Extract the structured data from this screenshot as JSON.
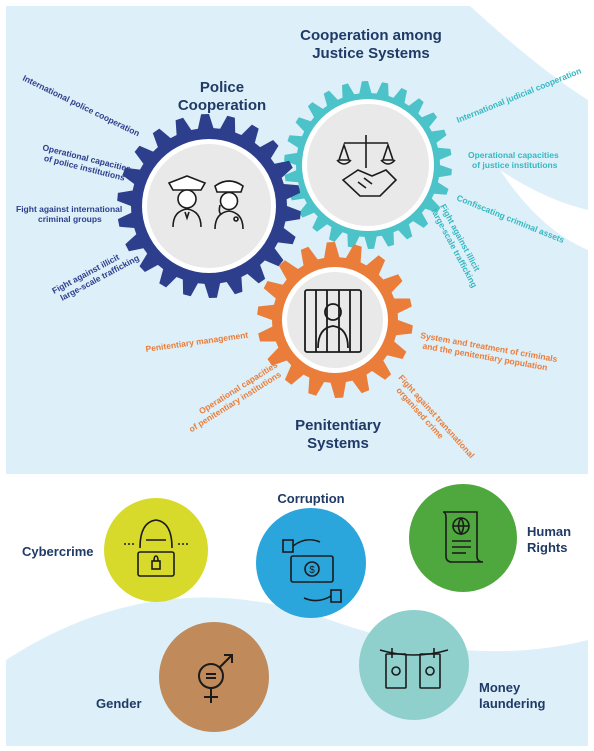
{
  "colors": {
    "navy": "#2d3f8c",
    "teal": "#4cc3c8",
    "orange": "#ea7d3a",
    "title": "#1f3a66",
    "panel_bg": "#ddeff8",
    "cyber": "#d7da2b",
    "corruption": "#2aa6dc",
    "human_rights": "#4fa83d",
    "gender": "#c08a5a",
    "money": "#8fd0cc"
  },
  "gears": {
    "police": {
      "title_line1": "Police",
      "title_line2": "Cooperation",
      "icon": "police-officers-icon",
      "labels": [
        {
          "l1": "International police cooperation",
          "l2": ""
        },
        {
          "l1": "Operational capacities",
          "l2": "of police institutions"
        },
        {
          "l1": "Fight against international",
          "l2": "criminal groups"
        },
        {
          "l1": "Fight against illicit",
          "l2": "large-scale trafficking"
        }
      ]
    },
    "justice": {
      "title_line1": "Cooperation among",
      "title_line2": "Justice Systems",
      "icon": "scales-handshake-icon",
      "labels": [
        {
          "l1": "International judicial cooperation",
          "l2": ""
        },
        {
          "l1": "Operational capacities",
          "l2": "of justice institutions"
        },
        {
          "l1": "Confiscating criminal assets",
          "l2": ""
        },
        {
          "l1": "Fight against illicit",
          "l2": "large-scale trafficking"
        }
      ]
    },
    "penitentiary": {
      "title_line1": "Penitentiary",
      "title_line2": "Systems",
      "icon": "prisoner-bars-icon",
      "labels": [
        {
          "l1": "Penitentiary management",
          "l2": ""
        },
        {
          "l1": "Operational capacities",
          "l2": "of penitentiary institutions"
        },
        {
          "l1": "System and treatment of criminals",
          "l2": "and the penitentiary population"
        },
        {
          "l1": "Fight against transnational",
          "l2": "organised crime"
        }
      ]
    }
  },
  "themes": {
    "cybercrime": {
      "l1": "Cybercrime",
      "l2": "",
      "icon": "hacker-laptop-icon"
    },
    "corruption": {
      "l1": "Corruption",
      "l2": "",
      "icon": "money-handover-icon"
    },
    "human_rights": {
      "l1": "Human",
      "l2": "Rights",
      "icon": "globe-document-icon"
    },
    "gender": {
      "l1": "Gender",
      "l2": "",
      "icon": "gender-symbol-icon"
    },
    "money_laundering": {
      "l1": "Money",
      "l2": "laundering",
      "icon": "hanging-banknotes-icon"
    }
  }
}
